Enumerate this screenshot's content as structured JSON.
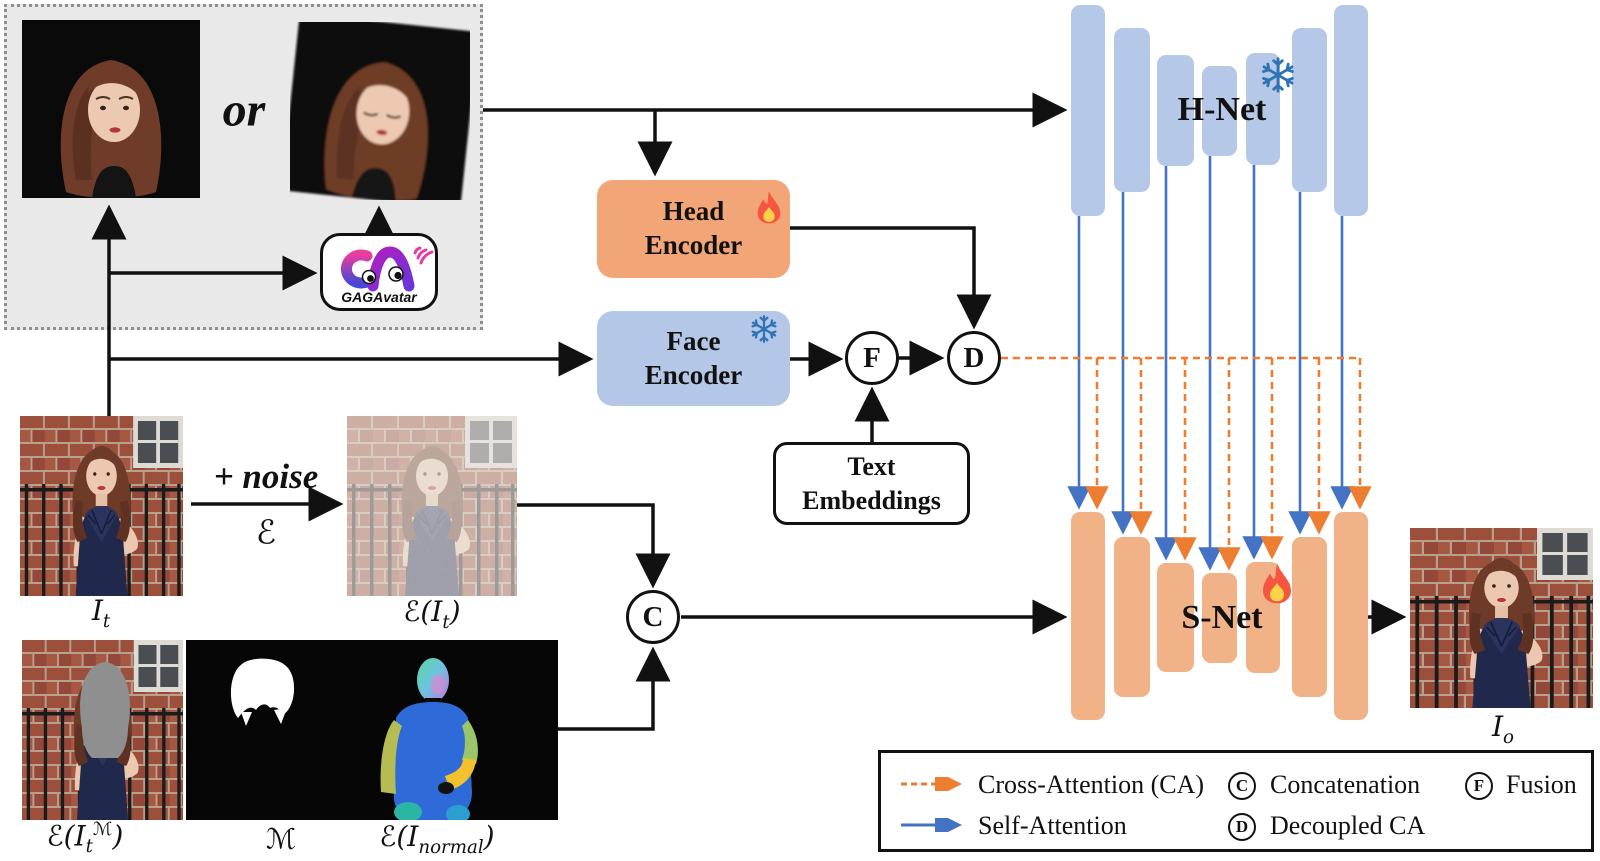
{
  "figure": {
    "reference": {
      "or": "or",
      "gagavatar": "GAGAvatar"
    },
    "boxes": {
      "head_encoder": "Head\nEncoder",
      "face_encoder": "Face\nEncoder",
      "text_embeddings": "Text\nEmbeddings"
    },
    "ops": {
      "fusion": "F",
      "decoupled": "D",
      "concat": "C"
    },
    "nets": {
      "hnet": "H-Net",
      "snet": "S-Net"
    },
    "noise": {
      "plus_noise": "+ noise",
      "encoder": "ℰ"
    },
    "labels": {
      "it": {
        "base": "I",
        "sub": "t"
      },
      "eit": {
        "pre": "ℰ(I",
        "sub": "t",
        "post": ")"
      },
      "eitm": {
        "pre": "ℰ(I",
        "sub": "t",
        "sup": "ℳ",
        "post": ")"
      },
      "m": "ℳ",
      "enormal": {
        "pre": "ℰ(I",
        "sub": "normal",
        "post": ")"
      },
      "io": {
        "base": "I",
        "sub": "o"
      }
    },
    "legend": {
      "cross_attention": "Cross-Attention (CA)",
      "self_attention": "Self-Attention",
      "concat_symbol": "C",
      "concat_label": "Concatenation",
      "decoupled_symbol": "D",
      "decoupled_label": "Decoupled CA",
      "fusion_symbol": "F",
      "fusion_label": "Fusion"
    },
    "colors": {
      "hnet_block": "#b5c8e8",
      "snet_block": "#f2b287",
      "head_encoder": "#f2a576",
      "face_encoder": "#b4c7e7",
      "self_attention": "#4472c4",
      "cross_attention": "#ed7d31",
      "reference_panel_bg": "#e9e9e9"
    }
  }
}
